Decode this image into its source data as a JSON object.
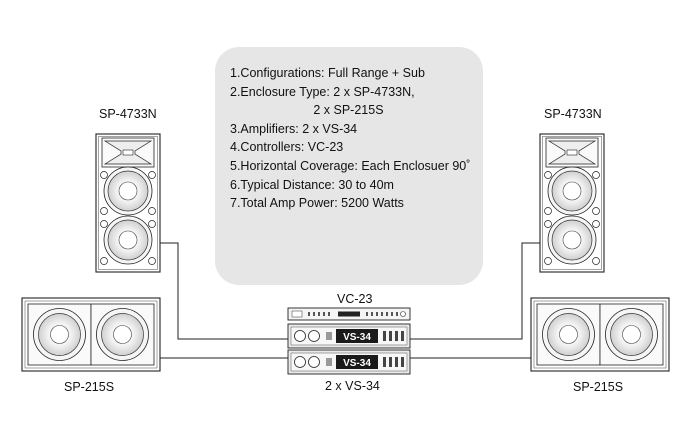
{
  "specs": {
    "lines": [
      "1.Configurations: Full Range + Sub",
      "2.Enclosure Type: 2 x SP-4733N,",
      "                        2 x SP-215S",
      "3.Amplifiers: 2 x VS-34",
      "4.Controllers: VC-23",
      "5.Horizontal Coverage: Each Enclosuer 90˚",
      "6.Typical Distance: 30 to 40m",
      "7.Total Amp Power: 5200 Watts"
    ]
  },
  "labels": {
    "left_top": "SP-4733N",
    "right_top": "SP-4733N",
    "left_sub": "SP-215S",
    "right_sub": "SP-215S",
    "controller": "VC-23",
    "amplifiers": "2 x VS-34",
    "amp_badge": "VS-34"
  }
}
